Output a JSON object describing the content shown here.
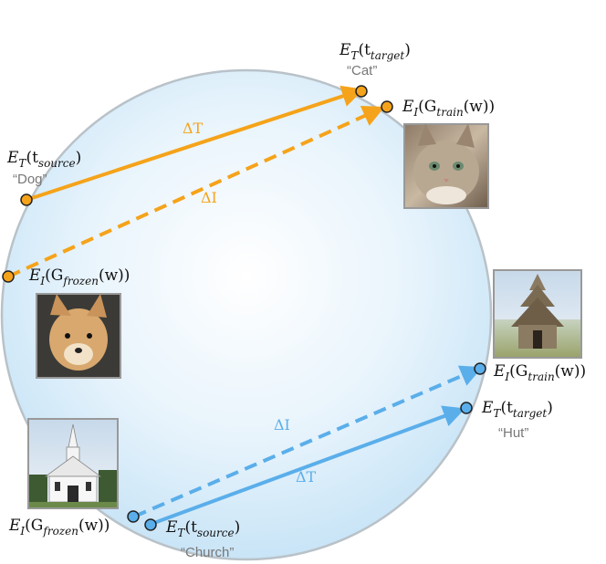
{
  "top": {
    "target_label": {
      "base": "E",
      "sub1": "T",
      "mid": "(t",
      "sub2": "target",
      "end": ")"
    },
    "target_word": "“Cat”",
    "train_label": {
      "base": "E",
      "sub1": "I",
      "mid": "(G",
      "sub2": "train",
      "end": "(w))"
    },
    "source_label": {
      "base": "E",
      "sub1": "T",
      "mid": "(t",
      "sub2": "source",
      "end": ")"
    },
    "source_word": "“Dog”",
    "frozen_label": {
      "base": "E",
      "sub1": "I",
      "mid": "(G",
      "sub2": "frozen",
      "end": "(w))"
    },
    "delta_t": "ΔT",
    "delta_i": "ΔI"
  },
  "bottom": {
    "train_label": {
      "base": "E",
      "sub1": "I",
      "mid": "(G",
      "sub2": "train",
      "end": "(w))"
    },
    "target_label": {
      "base": "E",
      "sub1": "T",
      "mid": "(t",
      "sub2": "target",
      "end": ")"
    },
    "target_word": "“Hut”",
    "frozen_label": {
      "base": "E",
      "sub1": "I",
      "mid": "(G",
      "sub2": "frozen",
      "end": "(w))"
    },
    "source_label": {
      "base": "E",
      "sub1": "T",
      "mid": "(t",
      "sub2": "source",
      "end": ")"
    },
    "source_word": "“Church”",
    "delta_t": "ΔT",
    "delta_i": "ΔI"
  },
  "colors": {
    "orange": "#f5a31a",
    "blue": "#5aaeea",
    "sphere_edge": "#b9c2c8",
    "sphere_center": "#ffffff",
    "sphere_outer": "#c8e4f6"
  },
  "images": {
    "cat": "cat-photo",
    "dog": "dog-photo",
    "hut": "hut-photo",
    "church": "church-photo"
  }
}
